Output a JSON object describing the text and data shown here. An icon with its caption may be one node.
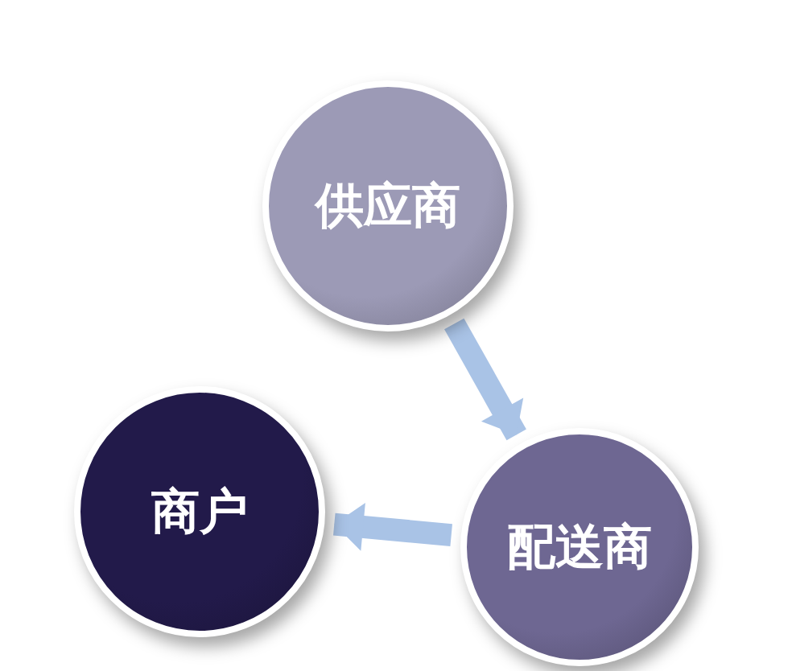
{
  "diagram": {
    "nodes": [
      {
        "text": [
          "供应商"
        ]
      },
      {
        "text": [
          "商户"
        ]
      },
      {
        "text": [
          "配送商"
        ]
      }
    ],
    "edges": [
      {
        "from": 0,
        "to": 2,
        "arrow": "to"
      },
      {
        "from": 2,
        "to": 1,
        "arrow": "to"
      }
    ]
  }
}
